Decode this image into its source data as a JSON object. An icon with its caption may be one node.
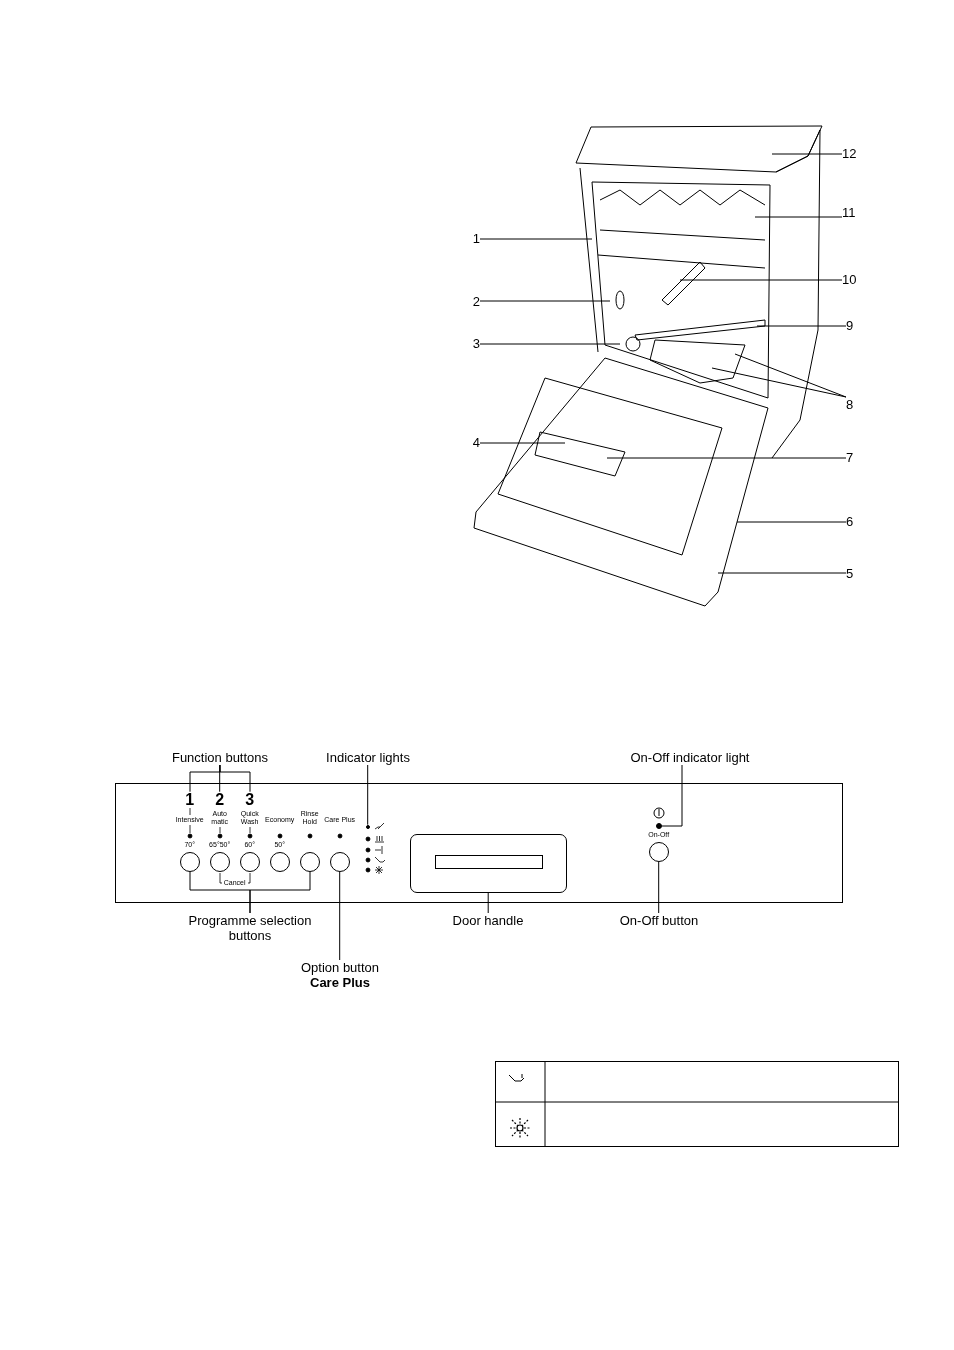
{
  "diagram": {
    "nodes": [
      {
        "text": [
          "1"
        ]
      },
      {
        "text": [
          "2"
        ]
      },
      {
        "text": [
          "3"
        ]
      },
      {
        "text": [
          "4"
        ]
      },
      {
        "text": [
          "5"
        ]
      },
      {
        "text": [
          "6"
        ]
      },
      {
        "text": [
          "7"
        ]
      },
      {
        "text": [
          "8"
        ]
      },
      {
        "text": [
          "9"
        ]
      },
      {
        "text": [
          "10"
        ]
      },
      {
        "text": [
          "11"
        ]
      },
      {
        "text": [
          "12"
        ]
      },
      {
        "text": [
          "Function buttons"
        ]
      },
      {
        "text": [
          "Indicator lights"
        ]
      },
      {
        "text": [
          "On-Off indicator light"
        ]
      },
      {
        "text": [],
        "shape": "box"
      },
      {
        "text": [
          "1"
        ],
        "in": 15
      },
      {
        "text": [
          "2"
        ],
        "in": 15
      },
      {
        "text": [
          "3"
        ],
        "in": 15
      },
      {
        "text": [],
        "shape": "circle",
        "in": 15
      },
      {
        "text": [],
        "shape": "circle",
        "in": 15
      },
      {
        "text": [],
        "shape": "circle",
        "in": 15
      },
      {
        "text": [],
        "shape": "circle",
        "in": 15
      },
      {
        "text": [],
        "shape": "circle",
        "in": 15
      },
      {
        "text": [],
        "shape": "circle",
        "in": 15
      },
      {
        "text": [],
        "shape": "box",
        "in": 15
      },
      {
        "text": [],
        "shape": "circle",
        "in": 15
      },
      {
        "text": [],
        "shape": "circle",
        "in": 15
      },
      {
        "text": [
          "Programme selection buttons"
        ]
      },
      {
        "text": [
          "Door handle"
        ]
      },
      {
        "text": [
          "On-Off button"
        ]
      },
      {
        "text": [
          "Option button **Care Plus**"
        ]
      },
      {
        "text": [],
        "shape": "circle",
        "in": 15
      }
    ],
    "edges": [
      {
        "from": 0,
        "to": null,
        "arrow": "none"
      },
      {
        "from": 1,
        "to": null,
        "arrow": "none"
      },
      {
        "from": 2,
        "to": null,
        "arrow": "none"
      },
      {
        "from": 3,
        "to": null,
        "arrow": "none"
      },
      {
        "from": 4,
        "to": null,
        "arrow": "none"
      },
      {
        "from": 5,
        "to": null,
        "arrow": "none"
      },
      {
        "from": 6,
        "to": null,
        "arrow": "none"
      },
      {
        "from": 7,
        "to": null,
        "arrow": "none"
      },
      {
        "from": 7,
        "to": null,
        "arrow": "none"
      },
      {
        "from": 8,
        "to": null,
        "arrow": "none"
      },
      {
        "from": 9,
        "to": null,
        "arrow": "none"
      },
      {
        "from": 10,
        "to": null,
        "arrow": "none"
      },
      {
        "from": 11,
        "to": null,
        "arrow": "none"
      },
      {
        "from": 12,
        "to": 16,
        "arrow": "none"
      },
      {
        "from": 12,
        "to": 17,
        "arrow": "none"
      },
      {
        "from": 12,
        "to": 18,
        "arrow": "none"
      },
      {
        "from": 13,
        "to": 32,
        "arrow": "none"
      },
      {
        "from": 14,
        "to": 26,
        "arrow": "none"
      },
      {
        "from": 28,
        "to": 19,
        "arrow": "none"
      },
      {
        "from": 28,
        "to": 23,
        "arrow": "none"
      },
      {
        "from": 29,
        "to": 25,
        "arrow": "none"
      },
      {
        "from": 30,
        "to": 27,
        "arrow": "none"
      },
      {
        "from": 31,
        "to": 24,
        "arrow": "none"
      }
    ],
    "labels": [
      "Intensive",
      "Auto matic",
      "Quick Wash",
      "Economy",
      "Rinse Hold",
      "Care Plus",
      "70°",
      "65°50°",
      "60°",
      "50°",
      "Cancel",
      "On-Off"
    ]
  }
}
